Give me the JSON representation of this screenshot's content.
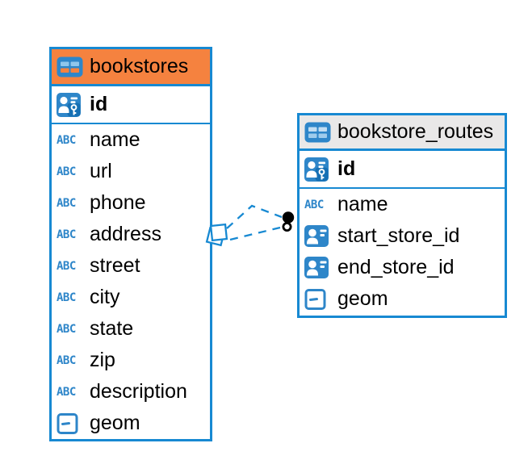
{
  "diagram": {
    "tables": [
      {
        "name": "bookstores",
        "header_style": "orange",
        "header_color": "#f5823f",
        "columns": [
          {
            "name": "id",
            "icon": "primary-key-icon",
            "primary_key": true
          },
          {
            "name": "name",
            "icon": "text-icon",
            "primary_key": false
          },
          {
            "name": "url",
            "icon": "text-icon",
            "primary_key": false
          },
          {
            "name": "phone",
            "icon": "text-icon",
            "primary_key": false
          },
          {
            "name": "address",
            "icon": "text-icon",
            "primary_key": false
          },
          {
            "name": "street",
            "icon": "text-icon",
            "primary_key": false
          },
          {
            "name": "city",
            "icon": "text-icon",
            "primary_key": false
          },
          {
            "name": "state",
            "icon": "text-icon",
            "primary_key": false
          },
          {
            "name": "zip",
            "icon": "text-icon",
            "primary_key": false
          },
          {
            "name": "description",
            "icon": "text-icon",
            "primary_key": false
          },
          {
            "name": "geom",
            "icon": "geometry-icon",
            "primary_key": false
          }
        ]
      },
      {
        "name": "bookstore_routes",
        "header_style": "gray",
        "header_color": "#e9e8e8",
        "columns": [
          {
            "name": "id",
            "icon": "primary-key-icon",
            "primary_key": true
          },
          {
            "name": "name",
            "icon": "text-icon",
            "primary_key": false
          },
          {
            "name": "start_store_id",
            "icon": "reference-icon",
            "primary_key": false
          },
          {
            "name": "end_store_id",
            "icon": "reference-icon",
            "primary_key": false
          },
          {
            "name": "geom",
            "icon": "geometry-icon",
            "primary_key": false
          }
        ]
      }
    ],
    "relations": [
      {
        "from_table": "bookstore_routes",
        "to_table": "bookstores",
        "line_style": "dashed"
      },
      {
        "from_table": "bookstore_routes",
        "to_table": "bookstores",
        "line_style": "dashed"
      }
    ],
    "colors": {
      "accent_blue": "#1789d2",
      "icon_blue": "#2e86c9",
      "header_orange": "#f5823f",
      "header_gray": "#e9e8e8",
      "relation_marker_black": "#000000",
      "text": "#000000",
      "background": "#ffffff"
    }
  }
}
